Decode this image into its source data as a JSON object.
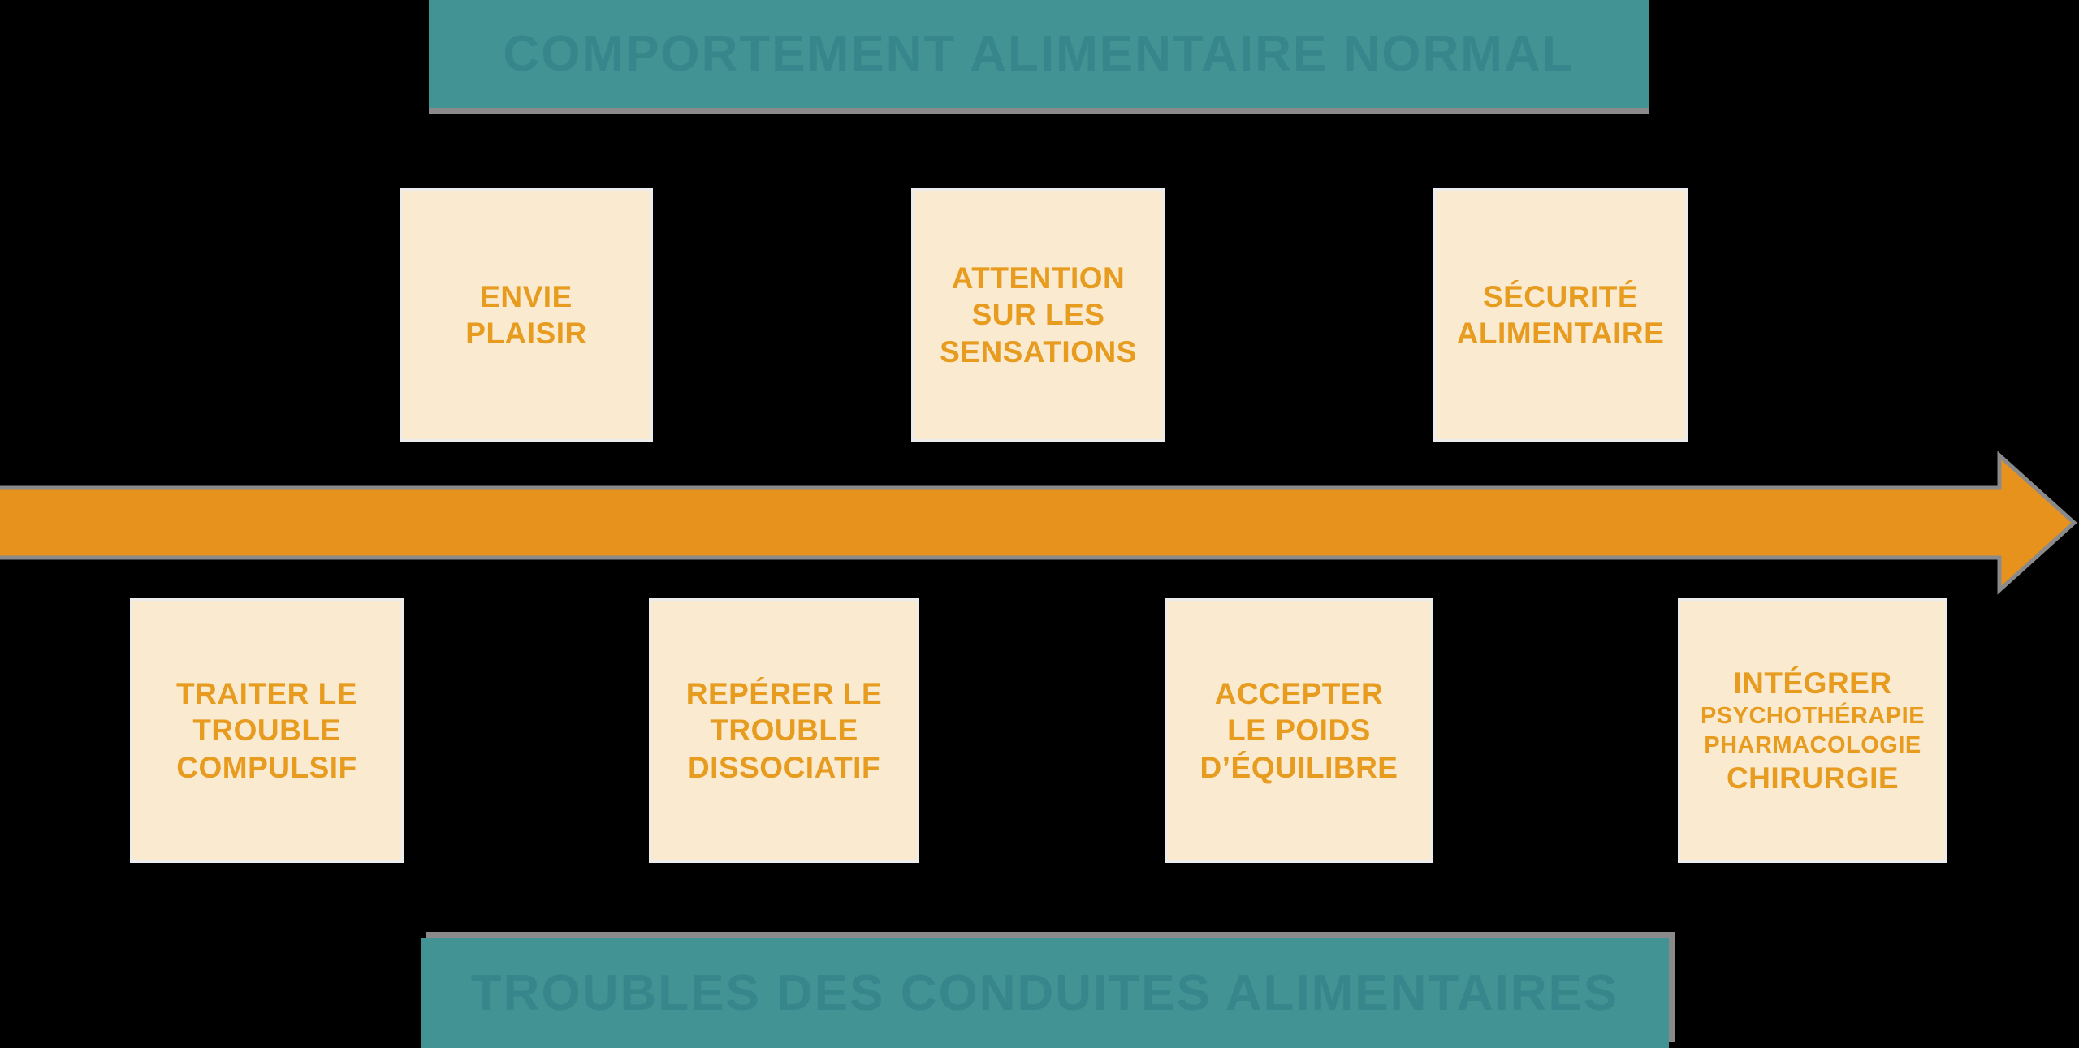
{
  "colors": {
    "background": "#000000",
    "banner_teal": "#419394",
    "banner_text": "#37868b",
    "shadow_gray": "#8a8a8a",
    "box_cream": "#faeacf",
    "box_border": "#ececef",
    "accent_orange": "#e79b1f",
    "arrow_orange": "#e6921d"
  },
  "banners": {
    "top": {
      "label": "COMPORTEMENT ALIMENTAIRE NORMAL"
    },
    "bottom": {
      "label": "TROUBLES DES CONDUITES ALIMENTAIRES"
    }
  },
  "arrow": {
    "direction": "right"
  },
  "boxes": {
    "top": [
      {
        "lines": [
          "ENVIE",
          "PLAISIR"
        ]
      },
      {
        "lines": [
          "ATTENTION",
          "SUR LES",
          "SENSATIONS"
        ]
      },
      {
        "lines": [
          "SÉCURITÉ",
          "ALIMENTAIRE"
        ]
      }
    ],
    "bottom": [
      {
        "lines": [
          "TRAITER LE",
          "TROUBLE",
          "COMPULSIF"
        ]
      },
      {
        "lines": [
          "REPÉRER LE",
          "TROUBLE",
          "DISSOCIATIF"
        ]
      },
      {
        "lines": [
          "ACCEPTER",
          "LE POIDS",
          "D’ÉQUILIBRE"
        ]
      },
      {
        "lines": [
          "INTÉGRER",
          "PSYCHOTHÉRAPIE",
          "PHARMACOLOGIE",
          "CHIRURGIE"
        ]
      }
    ]
  }
}
